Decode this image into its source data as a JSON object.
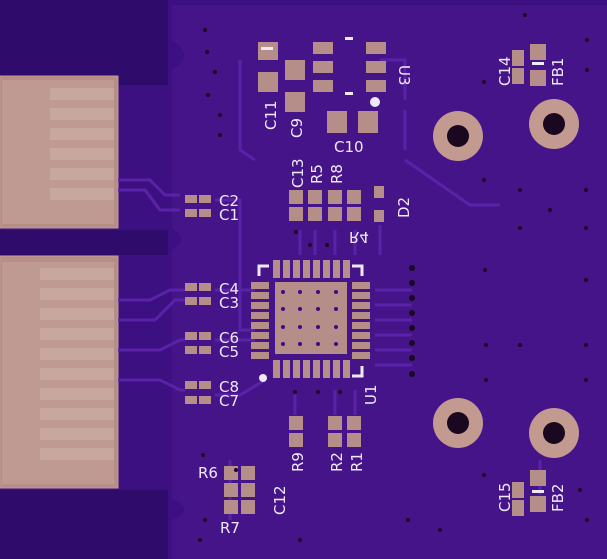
{
  "board": {
    "colors": {
      "substrate": "#2f0b6b",
      "copper": "#4a1695",
      "copper_dark": "#3c1080",
      "pad": "#b58e8a",
      "hole_ring": "#c29a8f",
      "hole": "#1a0820",
      "silk": "#efe9f7",
      "trace": "#5a22a8"
    },
    "labels": {
      "c1": "C1",
      "c2": "C2",
      "c3": "C3",
      "c4": "C4",
      "c5": "C5",
      "c6": "C6",
      "c7": "C7",
      "c8": "C8",
      "c9": "C9",
      "c10": "C10",
      "c11": "C11",
      "c12": "C12",
      "c13": "C13",
      "c14": "C14",
      "c15": "C15",
      "r1": "R1",
      "r2": "R2",
      "r4": "R4",
      "r5": "R5",
      "r6": "R6",
      "r7": "R7",
      "r8": "R8",
      "r9": "R9",
      "d2": "D2",
      "u1": "U1",
      "u3": "U3",
      "fb1": "FB1",
      "fb2": "FB2"
    }
  }
}
